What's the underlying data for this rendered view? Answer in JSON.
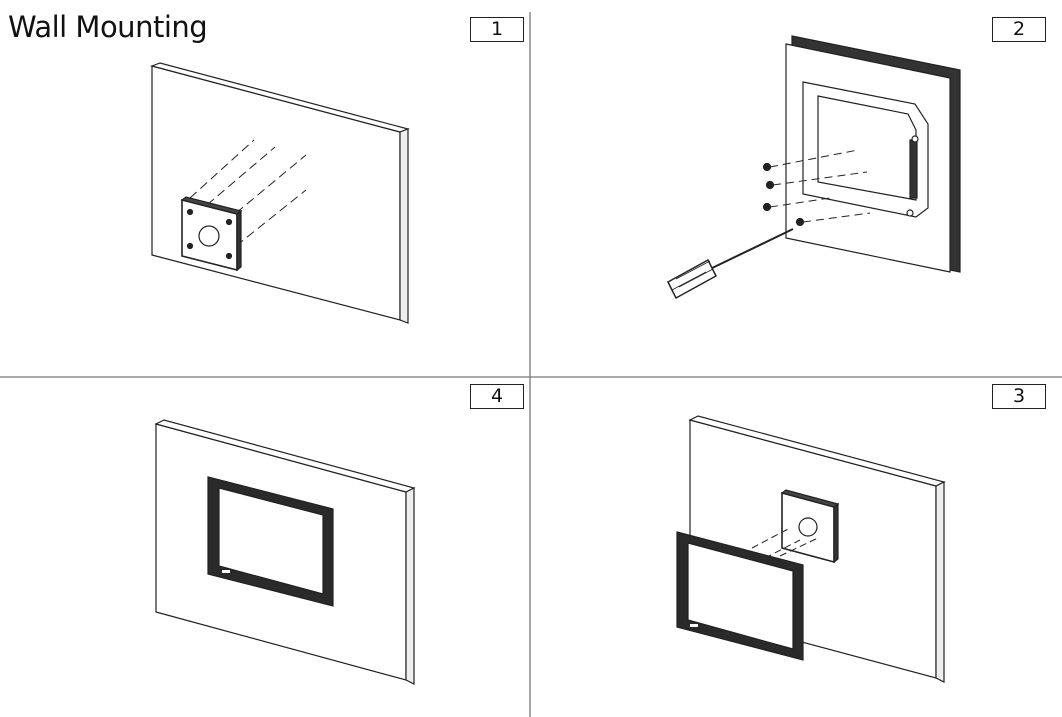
{
  "title": "Wall Mounting",
  "steps": [
    {
      "number": "1",
      "description_text": ""
    },
    {
      "number": "2",
      "description_text": ""
    },
    {
      "number": "4",
      "description_text": ""
    },
    {
      "number": "3",
      "description_text": ""
    }
  ],
  "colors": {
    "line": "#222222",
    "panel": "#ffffff",
    "bezel": "#2a2a2a"
  }
}
